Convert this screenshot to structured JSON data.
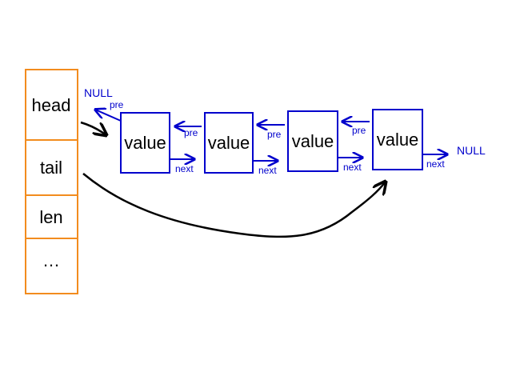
{
  "colors": {
    "struct": "#f28c1e",
    "node": "#0000cc",
    "text": "#000000",
    "arrow": "#000000"
  },
  "struct": {
    "fields": [
      "head",
      "tail",
      "len",
      "…"
    ]
  },
  "nodes": [
    {
      "value": "value",
      "pre": "pre",
      "next": "next"
    },
    {
      "value": "value",
      "pre": "pre",
      "next": "next"
    },
    {
      "value": "value",
      "pre": "pre",
      "next": "next"
    },
    {
      "value": "value",
      "pre": "pre",
      "next": "next"
    }
  ],
  "null_labels": {
    "head_pre": "NULL",
    "tail_next": "NULL"
  }
}
